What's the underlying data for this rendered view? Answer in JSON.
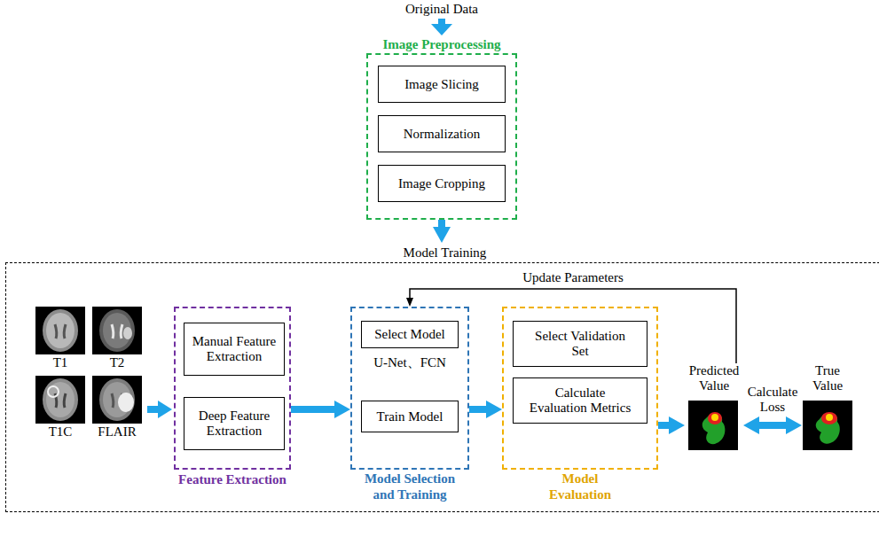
{
  "diagram": {
    "nodes": [
      {
        "text": [
          "Image Preprocessing"
        ]
      },
      {
        "text": [
          "Image Slicing"
        ],
        "in": 0
      },
      {
        "text": [
          "Normalization"
        ],
        "in": 0
      },
      {
        "text": [
          "Image Cropping"
        ],
        "in": 0
      },
      {
        "text": [
          "Model Training"
        ]
      },
      {
        "text": [
          "Feature Extraction"
        ],
        "in": 4
      },
      {
        "text": [
          "Manual Feature Extraction"
        ],
        "in": 5
      },
      {
        "text": [
          "Deep Feature Extraction"
        ],
        "in": 5
      },
      {
        "text": [
          "Model Selection and Training"
        ],
        "in": 4
      },
      {
        "text": [
          "Select Model",
          "U-Net、FCN"
        ],
        "in": 8
      },
      {
        "text": [
          "Train Model"
        ],
        "in": 8
      },
      {
        "text": [
          "Model Evaluation"
        ],
        "in": 4
      },
      {
        "text": [
          "Select Validation Set"
        ],
        "in": 11
      },
      {
        "text": [
          "Calculate Evaluation Metrics"
        ],
        "in": 11
      },
      {
        "text": [
          "Predicted Value"
        ],
        "in": 4
      },
      {
        "text": [
          "True Value"
        ],
        "in": 4
      }
    ],
    "edges": [
      {
        "from": 0,
        "to": 4,
        "arrow": "to"
      },
      {
        "from": 5,
        "to": 8,
        "arrow": "to"
      },
      {
        "from": 8,
        "to": 11,
        "arrow": "to"
      },
      {
        "from": 11,
        "to": 14,
        "arrow": "to"
      },
      {
        "from": 14,
        "to": 15,
        "label": "Calculate Loss",
        "arrow": "both"
      },
      {
        "from": 14,
        "to": 8,
        "label": "Update Parameters",
        "arrow": "to"
      }
    ],
    "labels": [
      "Original Data",
      "T1",
      "T2",
      "T1C",
      "FLAIR"
    ]
  }
}
